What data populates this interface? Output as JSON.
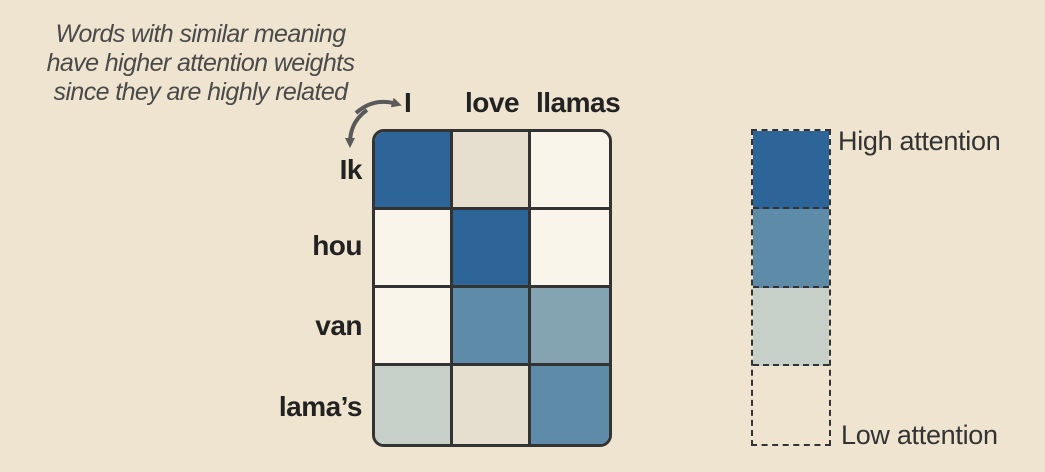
{
  "annotation": {
    "lines": [
      "Words with similar meaning",
      "have higher attention weights",
      "since they are highly related"
    ]
  },
  "columns": [
    "I",
    "love",
    "llamas"
  ],
  "rows": [
    "Ik",
    "hou",
    "van",
    "lama’s"
  ],
  "colors": {
    "background": "#efe4cf",
    "level_0": "#faf5ea",
    "level_1": "#e4dfcf",
    "level_2": "#c6d0c8",
    "level_3": "#84a4b2",
    "level_4": "#5e8ba7",
    "level_5": "#2d6598"
  },
  "matrix_levels": [
    [
      5,
      1,
      0
    ],
    [
      0,
      5,
      0
    ],
    [
      0,
      4,
      3
    ],
    [
      2,
      1,
      4
    ]
  ],
  "legend": {
    "high_label": "High attention",
    "low_label": "Low attention",
    "swatches": [
      "#2d6598",
      "#5e8ba7",
      "#c6d0c8",
      "#efe4cf"
    ]
  }
}
